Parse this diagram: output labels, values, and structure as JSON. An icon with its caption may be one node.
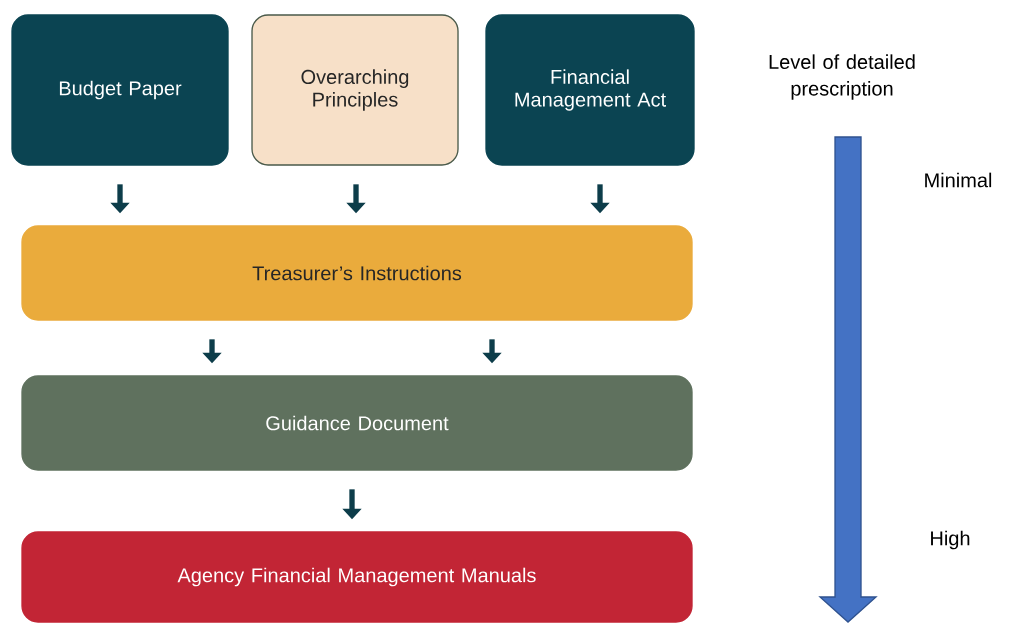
{
  "diagram": {
    "nodes": [
      {
        "text": [
          "Budget Paper"
        ]
      },
      {
        "text": [
          "Overarching Principles"
        ]
      },
      {
        "text": [
          "Financial Management Act"
        ]
      },
      {
        "text": [
          "Treasurer’s Instructions"
        ]
      },
      {
        "text": [
          "Guidance Document"
        ]
      },
      {
        "text": [
          "Agency Financial Management Manuals"
        ]
      }
    ],
    "edges": [
      {
        "from": 0,
        "to": 3,
        "arrow": "to"
      },
      {
        "from": 1,
        "to": 3,
        "arrow": "to"
      },
      {
        "from": 2,
        "to": 3,
        "arrow": "to"
      },
      {
        "from": 3,
        "to": 4,
        "arrow": "to"
      },
      {
        "from": 3,
        "to": 4,
        "arrow": "to"
      },
      {
        "from": 4,
        "to": 5,
        "arrow": "to"
      }
    ],
    "labels": [
      "Level of detailed prescription",
      "Minimal",
      "High"
    ]
  }
}
